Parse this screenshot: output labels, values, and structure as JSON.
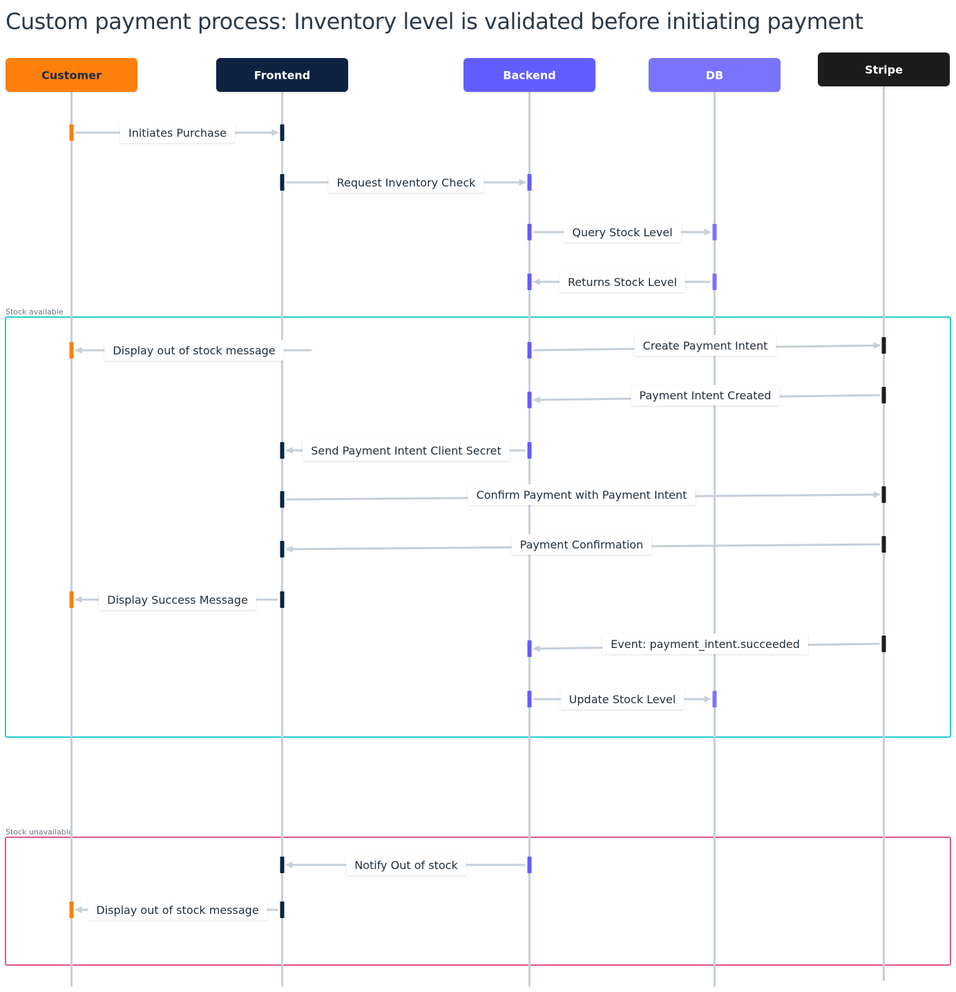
{
  "title": "Custom payment process: Inventory level is validated before initiating payment",
  "actors": [
    {
      "id": "customer",
      "name": "Customer",
      "fill": "#ff7f0e",
      "text_color": "#1f2d3a"
    },
    {
      "id": "frontend",
      "name": "Frontend",
      "fill": "#0b2440",
      "text_color": "#ffffff"
    },
    {
      "id": "backend",
      "name": "Backend",
      "fill": "#635bff",
      "text_color": "#ffffff"
    },
    {
      "id": "db",
      "name": "DB",
      "fill": "#7a73ff",
      "text_color": "#ffffff"
    },
    {
      "id": "stripe",
      "name": "Stripe",
      "fill": "#1e1e1e",
      "text_color": "#ffffff"
    }
  ],
  "fragments": [
    {
      "label": "Stock available",
      "color": "#22ccd6"
    },
    {
      "label": "Stock unavailable",
      "color": "#e0558a"
    }
  ],
  "messages": [
    {
      "from": "customer",
      "to": "frontend",
      "text": "Initiates Purchase"
    },
    {
      "from": "frontend",
      "to": "backend",
      "text": "Request Inventory Check"
    },
    {
      "from": "backend",
      "to": "db",
      "text": "Query Stock Level"
    },
    {
      "from": "db",
      "to": "backend",
      "text": "Returns Stock Level"
    },
    {
      "from": "frontend",
      "to": "customer",
      "text": "Display out of stock message"
    },
    {
      "from": "backend",
      "to": "stripe",
      "text": "Create Payment Intent"
    },
    {
      "from": "stripe",
      "to": "backend",
      "text": "Payment Intent Created"
    },
    {
      "from": "backend",
      "to": "frontend",
      "text": "Send Payment Intent Client Secret"
    },
    {
      "from": "frontend",
      "to": "stripe",
      "text": "Confirm Payment with Payment Intent"
    },
    {
      "from": "stripe",
      "to": "frontend",
      "text": "Payment Confirmation"
    },
    {
      "from": "frontend",
      "to": "customer",
      "text": "Display Success Message"
    },
    {
      "from": "stripe",
      "to": "backend",
      "text": "Event: payment_intent.succeeded"
    },
    {
      "from": "backend",
      "to": "db",
      "text": "Update Stock Level"
    },
    {
      "from": "backend",
      "to": "frontend",
      "text": "Notify Out of stock"
    },
    {
      "from": "frontend",
      "to": "customer",
      "text": "Display out of stock message"
    }
  ],
  "line_color": "#c5cfd9"
}
